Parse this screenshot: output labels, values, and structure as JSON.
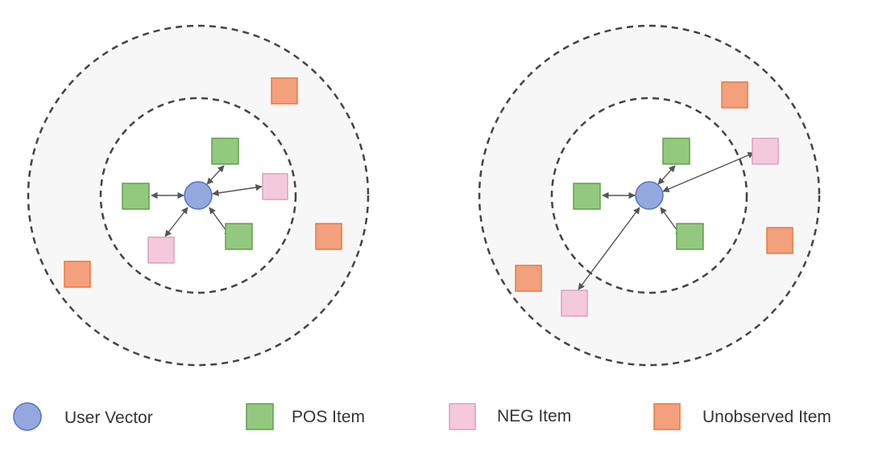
{
  "colors": {
    "user_fill": "#94a8de",
    "user_stroke": "#4f73c8",
    "pos_fill": "#92c97f",
    "pos_stroke": "#5fa148",
    "neg_fill": "#f5c9dc",
    "neg_stroke": "#d9a3bb",
    "unobserved_fill": "#f3a07c",
    "unobserved_stroke": "#e9793f",
    "ring_fill": "#f7f7f8",
    "ring_stroke": "#444444",
    "arrow": "#555555"
  },
  "legend": [
    {
      "kind": "user",
      "label": "User Vector"
    },
    {
      "kind": "pos",
      "label": "POS Item"
    },
    {
      "kind": "neg",
      "label": "NEG Item"
    },
    {
      "kind": "unobserved",
      "label": "Unobserved Item"
    }
  ]
}
